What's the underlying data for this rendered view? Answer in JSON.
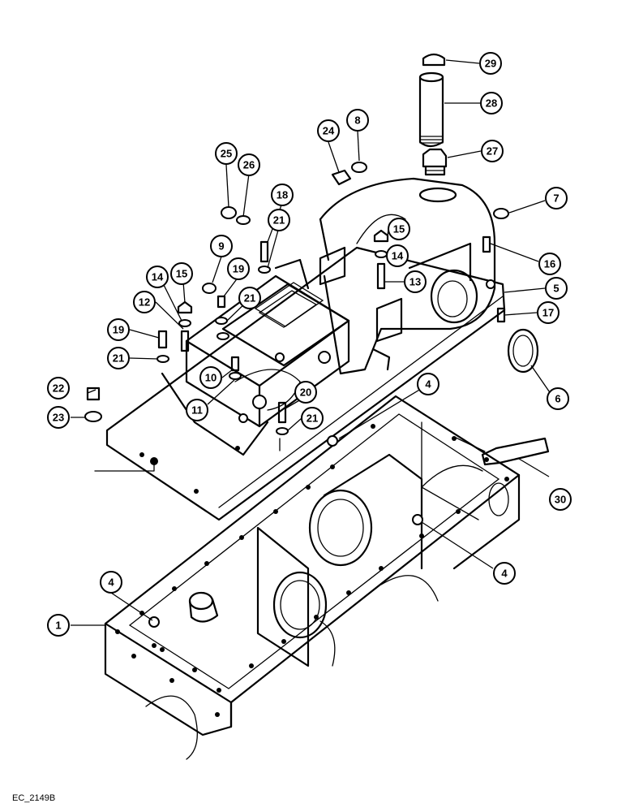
{
  "callouts": [
    {
      "id": "1",
      "label": "1"
    },
    {
      "id": "4a",
      "label": "4"
    },
    {
      "id": "4b",
      "label": "4"
    },
    {
      "id": "4c",
      "label": "4"
    },
    {
      "id": "5",
      "label": "5"
    },
    {
      "id": "6",
      "label": "6"
    },
    {
      "id": "7",
      "label": "7"
    },
    {
      "id": "8",
      "label": "8"
    },
    {
      "id": "9",
      "label": "9"
    },
    {
      "id": "10",
      "label": "10"
    },
    {
      "id": "11",
      "label": "11"
    },
    {
      "id": "12",
      "label": "12"
    },
    {
      "id": "13",
      "label": "13"
    },
    {
      "id": "14a",
      "label": "14"
    },
    {
      "id": "14b",
      "label": "14"
    },
    {
      "id": "15a",
      "label": "15"
    },
    {
      "id": "15b",
      "label": "15"
    },
    {
      "id": "16",
      "label": "16"
    },
    {
      "id": "17",
      "label": "17"
    },
    {
      "id": "18",
      "label": "18"
    },
    {
      "id": "19a",
      "label": "19"
    },
    {
      "id": "19b",
      "label": "19"
    },
    {
      "id": "20",
      "label": "20"
    },
    {
      "id": "21a",
      "label": "21"
    },
    {
      "id": "21b",
      "label": "21"
    },
    {
      "id": "21c",
      "label": "21"
    },
    {
      "id": "21d",
      "label": "21"
    },
    {
      "id": "22",
      "label": "22"
    },
    {
      "id": "23",
      "label": "23"
    },
    {
      "id": "24",
      "label": "24"
    },
    {
      "id": "25",
      "label": "25"
    },
    {
      "id": "26",
      "label": "26"
    },
    {
      "id": "27",
      "label": "27"
    },
    {
      "id": "28",
      "label": "28"
    },
    {
      "id": "29",
      "label": "29"
    },
    {
      "id": "30",
      "label": "30"
    }
  ],
  "reference_code": "EC_2149B"
}
